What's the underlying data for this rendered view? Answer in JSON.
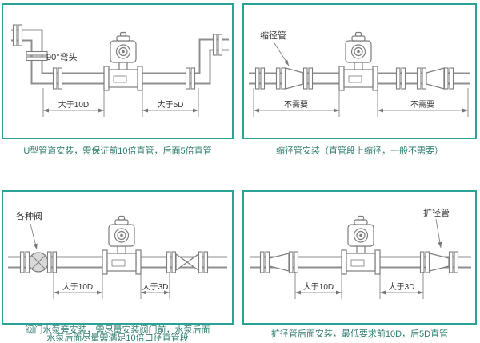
{
  "theme": {
    "border_color": "#2aa396",
    "caption_color": "#2e7d6e",
    "line_color": "#8f8f8f",
    "text_color": "#333333"
  },
  "panels": {
    "u_type": {
      "caption": "U型管道安装，需保证前10倍直管，后面5倍直管",
      "elbow_label": "90°弯头",
      "dim_left": "大于10D",
      "dim_right": "大于5D"
    },
    "reducer": {
      "caption": "缩径管安装（直管段上缩径，一般不需要）",
      "part_label": "缩径管",
      "dim_left": "不需要",
      "dim_right": "不需要"
    },
    "valve": {
      "caption_line1": "阀门水泵旁安装，需尽量安装阀门前，水泵后面",
      "caption_line2": "水泵后面尽量需满足10倍口径直管段",
      "part_label": "各种阀",
      "dim_left": "大于10D",
      "dim_right": "大于3D"
    },
    "expander": {
      "caption": "扩径管后面安装，最低要求前10D，后5D直管",
      "part_label": "扩径管",
      "dim_left": "大于10D",
      "dim_right": "大于3D"
    }
  }
}
